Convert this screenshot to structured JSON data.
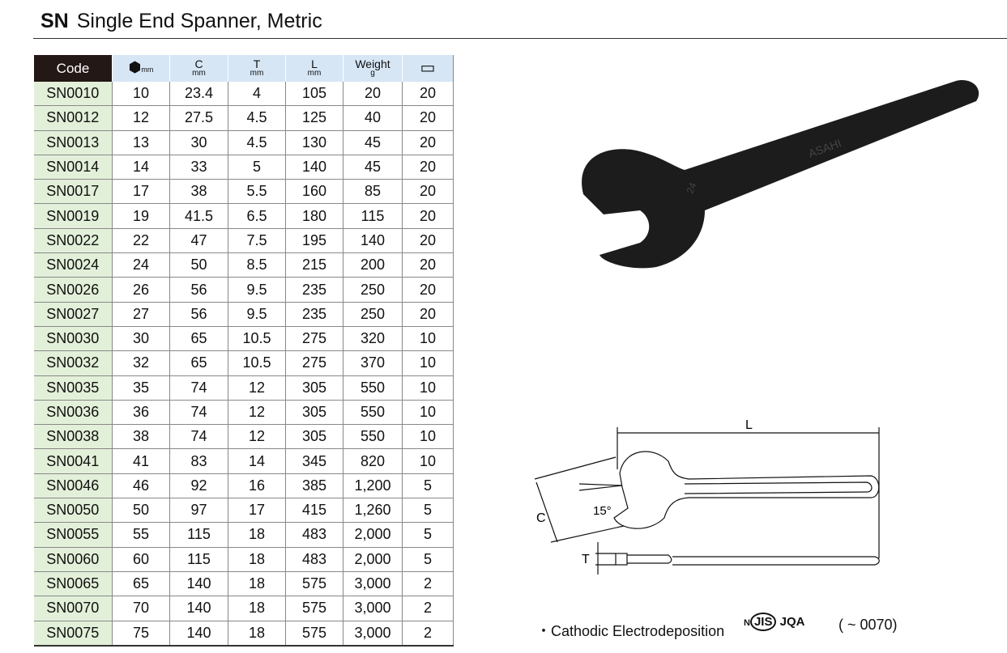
{
  "title": {
    "code": "SN",
    "name": "Single End Spanner, Metric"
  },
  "table": {
    "headers": [
      {
        "label": "Code"
      },
      {
        "label": "mm",
        "icon": "hex-size-icon"
      },
      {
        "label": "C",
        "unit": "mm"
      },
      {
        "label": "T",
        "unit": "mm"
      },
      {
        "label": "L",
        "unit": "mm"
      },
      {
        "label": "Weight",
        "unit": "g"
      },
      {
        "label": "",
        "icon": "box-quantity-icon"
      }
    ],
    "rows": [
      [
        "SN0010",
        "10",
        "23.4",
        "4",
        "105",
        "20",
        "20"
      ],
      [
        "SN0012",
        "12",
        "27.5",
        "4.5",
        "125",
        "40",
        "20"
      ],
      [
        "SN0013",
        "13",
        "30",
        "4.5",
        "130",
        "45",
        "20"
      ],
      [
        "SN0014",
        "14",
        "33",
        "5",
        "140",
        "45",
        "20"
      ],
      [
        "SN0017",
        "17",
        "38",
        "5.5",
        "160",
        "85",
        "20"
      ],
      [
        "SN0019",
        "19",
        "41.5",
        "6.5",
        "180",
        "115",
        "20"
      ],
      [
        "SN0022",
        "22",
        "47",
        "7.5",
        "195",
        "140",
        "20"
      ],
      [
        "SN0024",
        "24",
        "50",
        "8.5",
        "215",
        "200",
        "20"
      ],
      [
        "SN0026",
        "26",
        "56",
        "9.5",
        "235",
        "250",
        "20"
      ],
      [
        "SN0027",
        "27",
        "56",
        "9.5",
        "235",
        "250",
        "20"
      ],
      [
        "SN0030",
        "30",
        "65",
        "10.5",
        "275",
        "320",
        "10"
      ],
      [
        "SN0032",
        "32",
        "65",
        "10.5",
        "275",
        "370",
        "10"
      ],
      [
        "SN0035",
        "35",
        "74",
        "12",
        "305",
        "550",
        "10"
      ],
      [
        "SN0036",
        "36",
        "74",
        "12",
        "305",
        "550",
        "10"
      ],
      [
        "SN0038",
        "38",
        "74",
        "12",
        "305",
        "550",
        "10"
      ],
      [
        "SN0041",
        "41",
        "83",
        "14",
        "345",
        "820",
        "10"
      ],
      [
        "SN0046",
        "46",
        "92",
        "16",
        "385",
        "1,200",
        "5"
      ],
      [
        "SN0050",
        "50",
        "97",
        "17",
        "415",
        "1,260",
        "5"
      ],
      [
        "SN0055",
        "55",
        "115",
        "18",
        "483",
        "2,000",
        "5"
      ],
      [
        "SN0060",
        "60",
        "115",
        "18",
        "483",
        "2,000",
        "5"
      ],
      [
        "SN0065",
        "65",
        "140",
        "18",
        "575",
        "3,000",
        "2"
      ],
      [
        "SN0070",
        "70",
        "140",
        "18",
        "575",
        "3,000",
        "2"
      ],
      [
        "SN0075",
        "75",
        "140",
        "18",
        "575",
        "3,000",
        "2"
      ]
    ]
  },
  "diagram": {
    "L": "L",
    "C": "C",
    "T": "T",
    "angle": "15°"
  },
  "photo": {
    "brand": "ASAHI",
    "size": "24"
  },
  "footer": {
    "note": "・Cathodic Electrodeposition",
    "cert": "N JIS JQA",
    "range": "( ~ 0070)"
  }
}
